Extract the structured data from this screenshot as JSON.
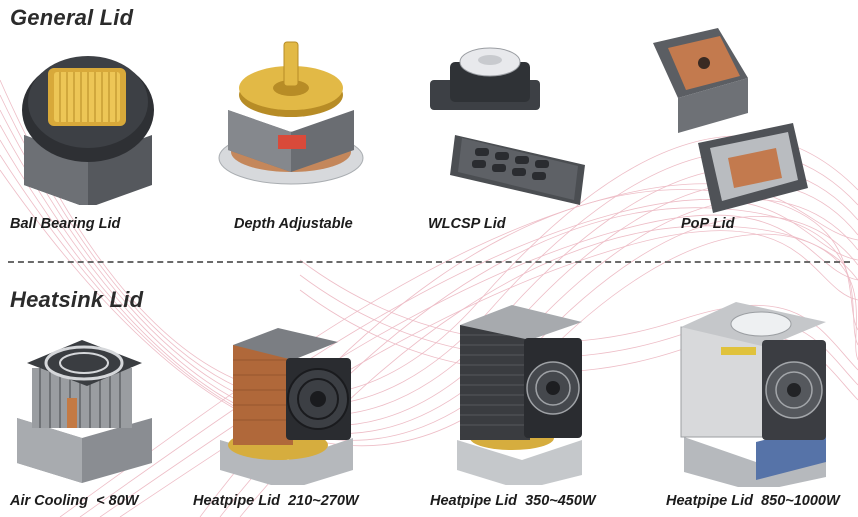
{
  "sections": {
    "general": {
      "title": "General Lid",
      "items": [
        {
          "label": "Ball Bearing Lid"
        },
        {
          "label": "Depth Adjustable"
        },
        {
          "label": "WLCSP Lid"
        },
        {
          "label": "PoP Lid"
        }
      ]
    },
    "heatsink": {
      "title": "Heatsink Lid",
      "items": [
        {
          "label": "Air Cooling  < 80W"
        },
        {
          "label": "Heatpipe Lid  210~270W"
        },
        {
          "label": "Heatpipe Lid  350~450W"
        },
        {
          "label": "Heatpipe Lid  850~1000W"
        }
      ]
    }
  },
  "colors": {
    "wave_lines": "#e8a7b4",
    "gold": "#d8b24a",
    "copper": "#c8855a",
    "metal_dark": "#4a4d52",
    "metal_light": "#b8bcc0"
  }
}
